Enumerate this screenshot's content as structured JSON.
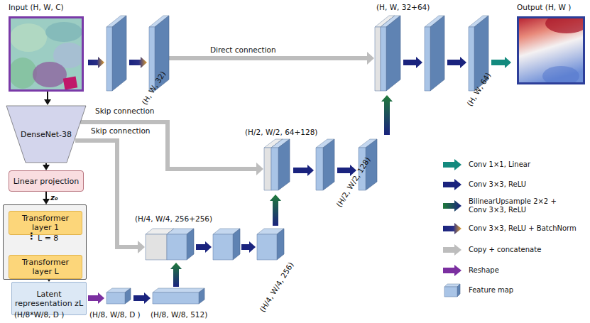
{
  "diagram": {
    "nodes": [
      {
        "text": [
          "Input (H, W, C)"
        ]
      },
      {
        "text": [
          "DenseNet-38"
        ]
      },
      {
        "text": [
          "Linear projection"
        ]
      },
      {
        "text": [
          "L = 8"
        ]
      },
      {
        "text": [
          "Transformer layer 1"
        ],
        "in": 3
      },
      {
        "text": [
          "Transformer layer L"
        ],
        "in": 3
      },
      {
        "text": [
          "Latent representation zL"
        ]
      },
      {
        "text": [
          "Output (H, W )"
        ]
      }
    ],
    "edges": [
      {
        "from": 0,
        "to": 1,
        "arrow": "to"
      },
      {
        "from": 1,
        "to": 2,
        "arrow": "to"
      },
      {
        "from": 2,
        "to": 3,
        "label": "z₀",
        "arrow": "to"
      },
      {
        "from": 3,
        "to": 6,
        "arrow": "to"
      }
    ],
    "labels": [
      "(H, W, 32)",
      "Direct connection",
      "(H, W, 32+64)",
      "(H, W, 64)",
      "Skip connection",
      "Skip connection",
      "(H/2, W/2, 64+128)",
      "(H/2, W/2, 128)",
      "(H/4, W/4, 256+256)",
      "(H/4, W/4, 256)",
      "(H/8*W/8, D )",
      "(H/8, W/8, D )",
      "(H/8, W/8, 512)",
      "⋮"
    ],
    "legend": [
      {
        "text": "Conv 1×1, Linear"
      },
      {
        "text": "Conv 3×3, ReLU"
      },
      {
        "text": "BilinearUpsample 2×2 + Conv 3×3, ReLU"
      },
      {
        "text": "Conv 3×3, ReLU + BatchNorm"
      },
      {
        "text": "Copy + concatenate"
      },
      {
        "text": "Reshape"
      },
      {
        "text": "Feature map"
      }
    ]
  }
}
